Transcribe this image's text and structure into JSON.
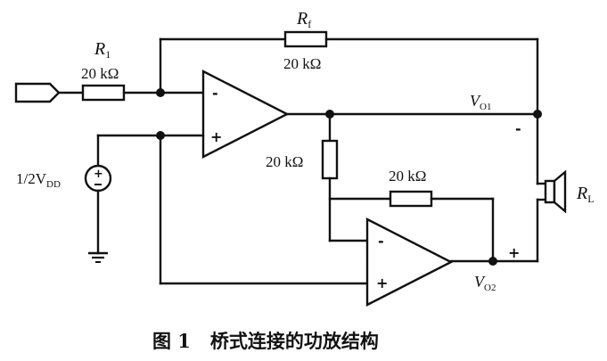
{
  "labels": {
    "rf": "R",
    "rf_sub": "f",
    "r1": "R",
    "r1_sub": "1",
    "rf_value": "20 kΩ",
    "r1_value": "20 kΩ",
    "mid_value": "20 kΩ",
    "fb2_value": "20 kΩ",
    "vo1": "V",
    "vo1_sub": "O1",
    "vo2": "V",
    "vo2_sub": "O2",
    "rl": "R",
    "rl_sub": "L",
    "source": "1/2V",
    "source_sub": "DD"
  },
  "signs": {
    "op1_inv": "-",
    "op1_noninv": "+",
    "op2_inv": "-",
    "op2_noninv": "+",
    "vo1_side": "-",
    "vo2_side": "+",
    "source_plus": "+"
  },
  "caption": "图 1   桥式连接的功放结构"
}
